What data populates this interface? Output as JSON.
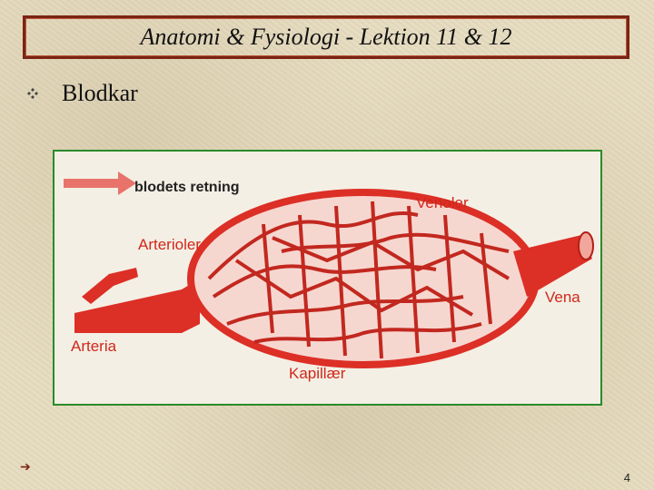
{
  "header": {
    "title": "Anatomi & Fysiologi - Lektion 11 & 12"
  },
  "content": {
    "bullet": "Blodkar",
    "bullet_icon": "four-diamond-bullet-icon"
  },
  "figure": {
    "direction_label": "blodets retning",
    "labels": {
      "venoler": "Venoler",
      "arterioler": "Arterioler",
      "vena": "Vena",
      "arteria": "Arteria",
      "kapillaer": "Kapillær"
    },
    "colors": {
      "vessel": "#dc2f26",
      "label": "#d0281c",
      "frame": "#2a8a2a"
    }
  },
  "footer": {
    "arrow_icon": "right-arrow-icon",
    "page_number": "4"
  }
}
